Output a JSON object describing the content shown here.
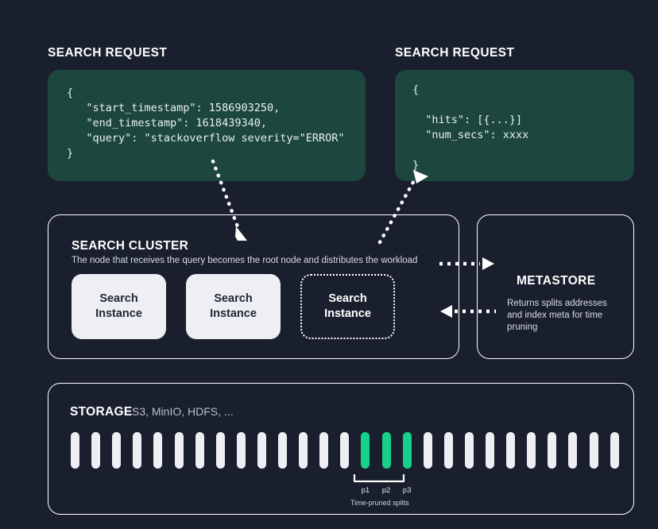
{
  "background_color": "#191f2d",
  "accent_green": "#16d18c",
  "code_box_color": "#1d463e",
  "left_request": {
    "heading": "SEARCH REQUEST",
    "code": "{\n   \"start_timestamp\": 1586903250,\n   \"end_timestamp\": 1618439340,\n   \"query\": \"stackoverflow severity=\"ERROR\"\n}"
  },
  "right_request": {
    "heading": "SEARCH REQUEST",
    "code": "{\n\n  \"hits\": [{...}]\n  \"num_secs\": xxxx\n\n}"
  },
  "search_cluster": {
    "title": "SEARCH CLUSTER",
    "subtitle": "The  node that receives the query becomes the root node and distributes the workload",
    "instances": [
      {
        "label": "Search\nInstance",
        "style": "filled"
      },
      {
        "label": "Search\nInstance",
        "style": "filled"
      },
      {
        "label": "Search\nInstance",
        "style": "dotted"
      }
    ]
  },
  "metastore": {
    "title": "METASTORE",
    "description": "Returns splits addresses and index meta for time pruning"
  },
  "storage": {
    "title": "STORAGE",
    "subtitle": "S3, MinIO, HDFS, ...",
    "total_splits": 27,
    "pruned_indices": [
      14,
      15,
      16
    ],
    "pruned_labels": [
      "p1",
      "p2",
      "p3"
    ],
    "pruned_caption": "Time-pruned splits"
  },
  "arrows": [
    {
      "name": "request-into-cluster",
      "direction": "down-right",
      "style": "dotted"
    },
    {
      "name": "response-out-of-cluster",
      "direction": "up-right",
      "style": "dotted"
    },
    {
      "name": "cluster-to-metastore",
      "direction": "right",
      "style": "dotted"
    },
    {
      "name": "metastore-to-cluster",
      "direction": "left",
      "style": "dotted"
    }
  ]
}
